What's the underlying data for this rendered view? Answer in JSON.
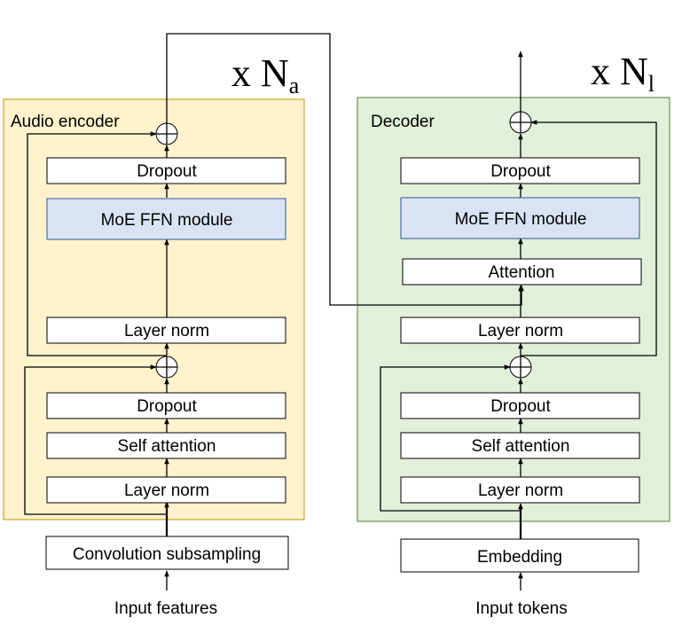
{
  "encoder": {
    "title": "Audio encoder",
    "repeat_prefix": "x N",
    "repeat_subscript": "a",
    "blocks": [
      "Dropout",
      "MoE FFN module",
      "Layer norm",
      "Dropout",
      "Self attention",
      "Layer norm"
    ],
    "frontend": "Convolution subsampling",
    "input": "Input features",
    "fill_color": "#fff2cc",
    "border_color": "#bf9000"
  },
  "decoder": {
    "title": "Decoder",
    "repeat_prefix": "x N",
    "repeat_subscript": "l",
    "blocks": [
      "Dropout",
      "MoE FFN module",
      "Attention",
      "Layer norm",
      "Dropout",
      "Self attention",
      "Layer norm"
    ],
    "frontend": "Embedding",
    "input": "Input tokens",
    "fill_color": "#e2efd9",
    "border_color": "#548235"
  },
  "moe_fill_color": "#dae3f3",
  "icons": [
    "sum-icon",
    "arrow-up-icon"
  ]
}
